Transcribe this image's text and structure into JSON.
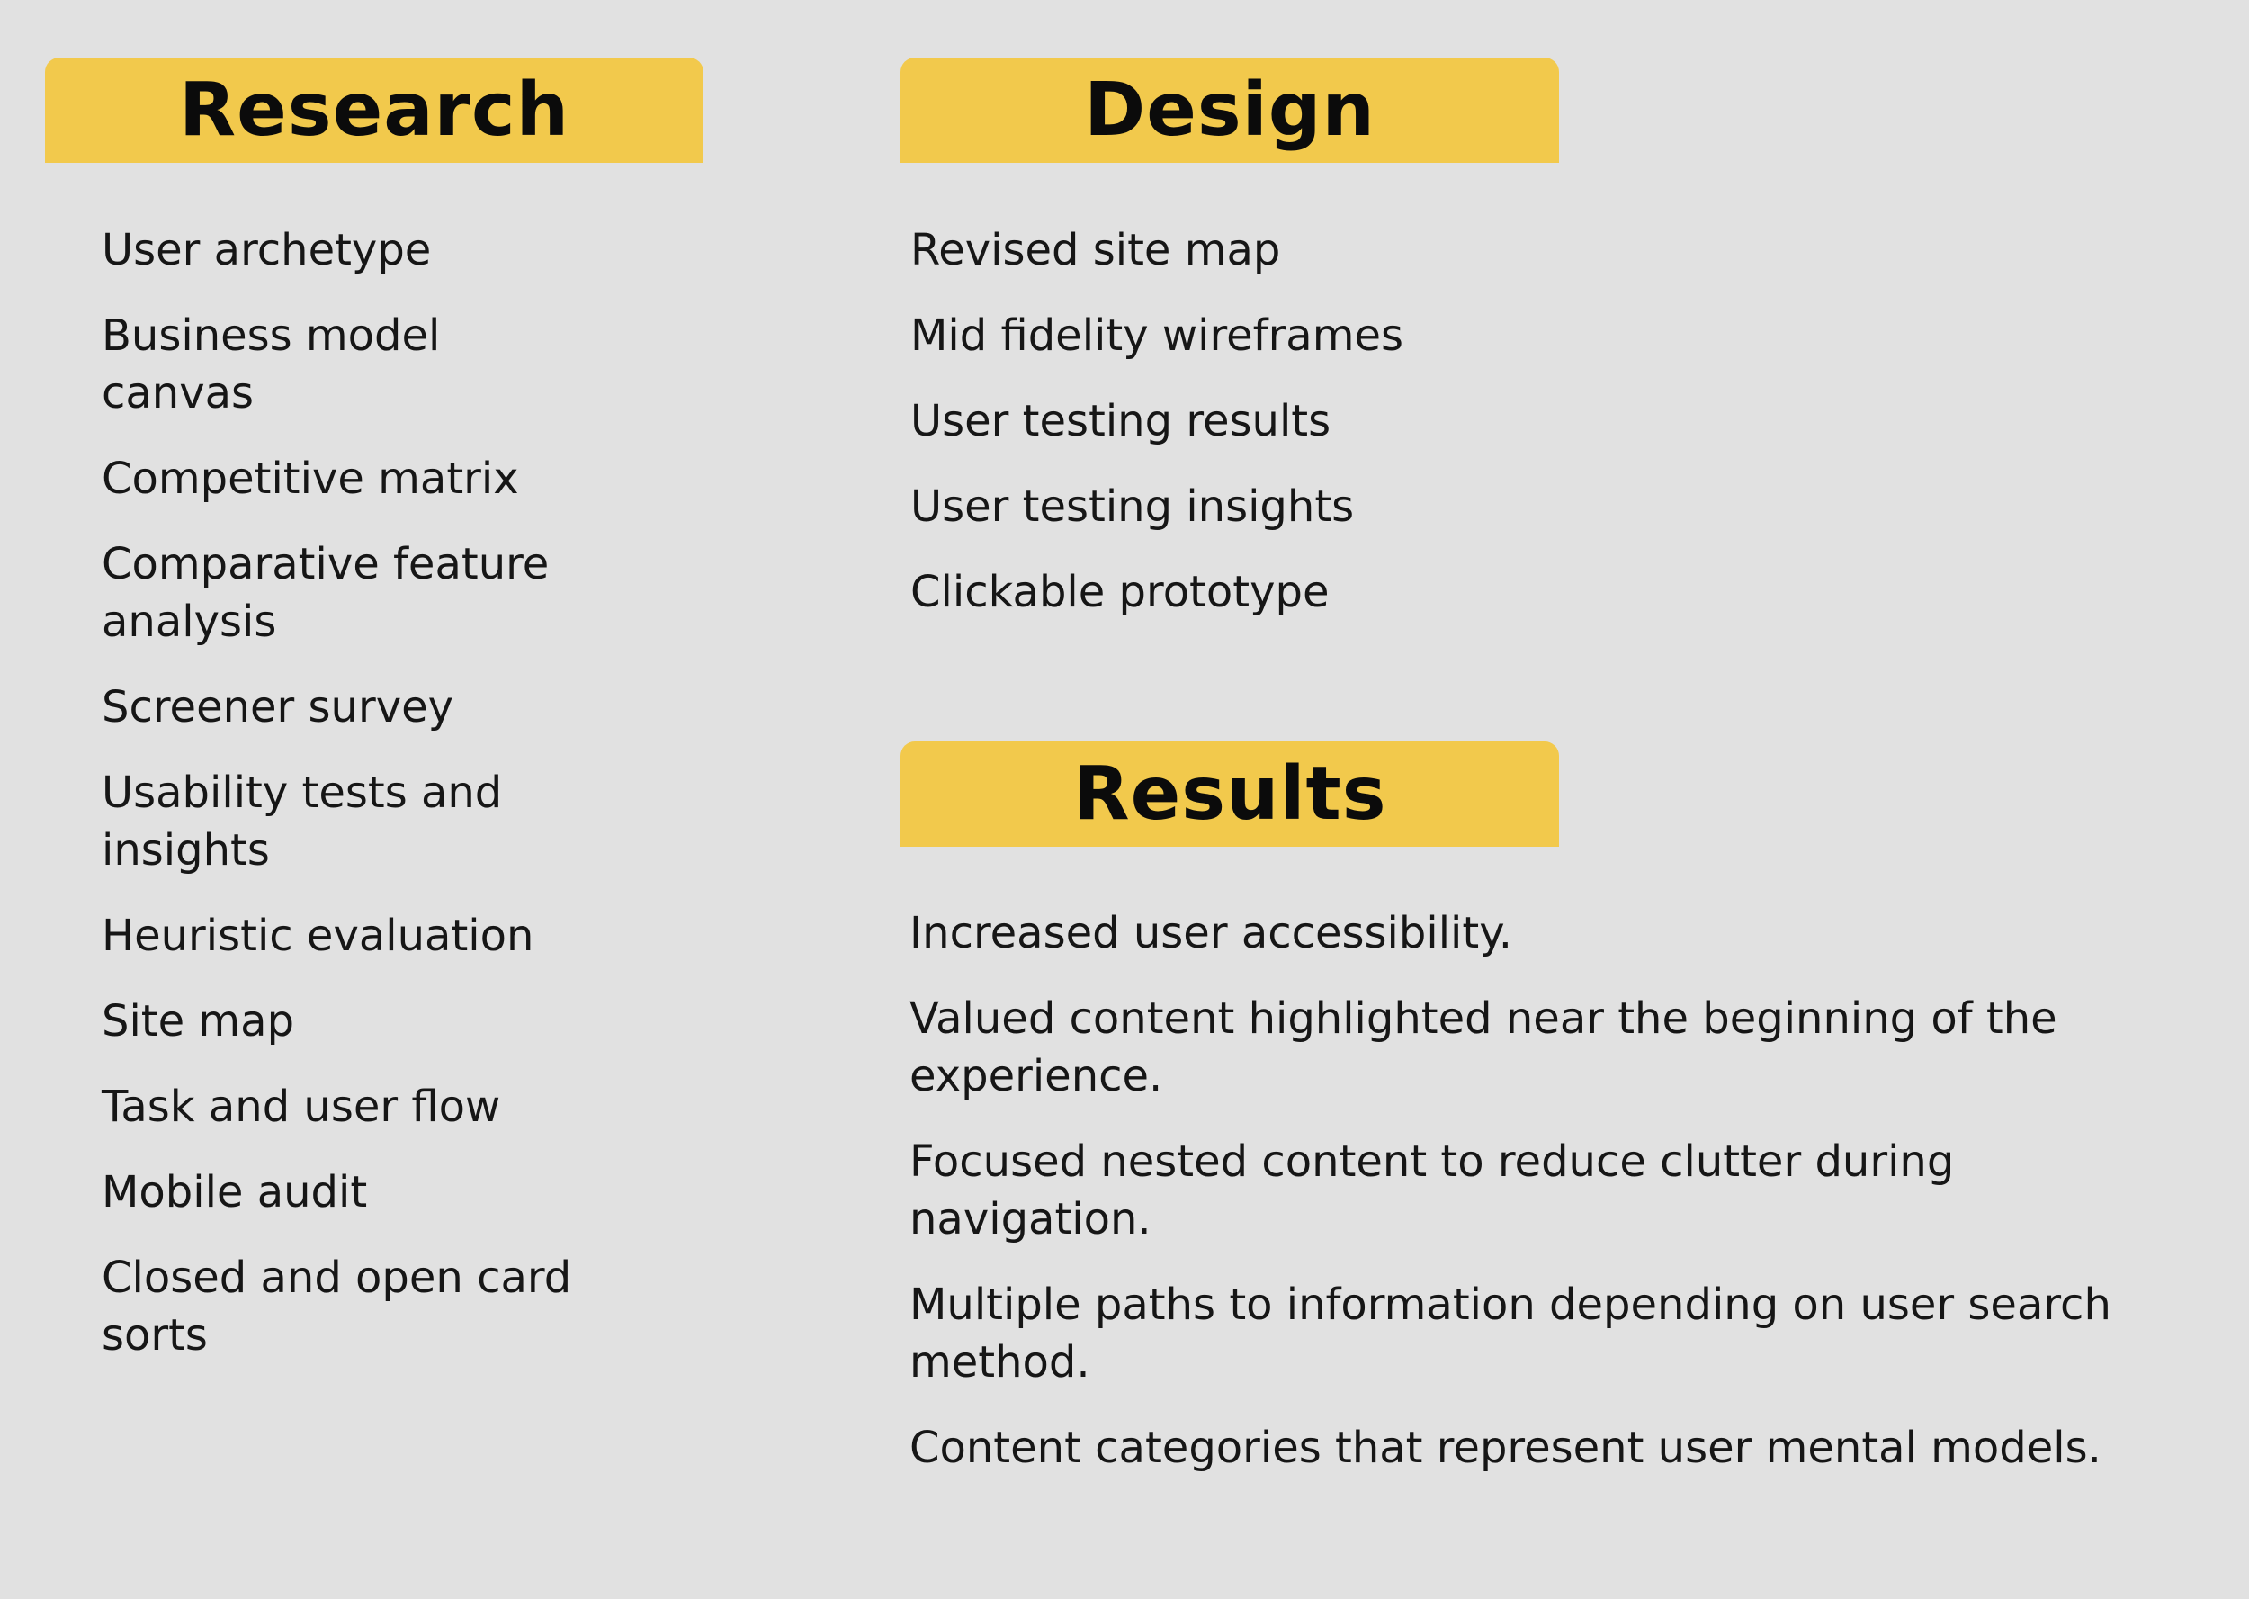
{
  "research": {
    "title": "Research",
    "items": [
      "User archetype",
      "Business model canvas",
      "Competitive matrix",
      "Comparative feature analysis",
      "Screener survey",
      "Usability tests and insights",
      "Heuristic evaluation",
      "Site map",
      "Task and user flow",
      "Mobile audit",
      "Closed and open card sorts"
    ]
  },
  "design": {
    "title": "Design",
    "items": [
      "Revised site map",
      "Mid fidelity wireframes",
      "User testing results",
      "User testing insights",
      "Clickable prototype"
    ]
  },
  "results": {
    "title": "Results",
    "items": [
      "Increased user accessibility.",
      "Valued content highlighted near the beginning of the experience.",
      "Focused nested content to reduce clutter during navigation.",
      "Multiple paths to information depending on user search method.",
      "Content categories that represent user mental models."
    ]
  },
  "colors": {
    "background": "#e1e1e1",
    "header_accent": "#f2c94c",
    "text": "#111111"
  }
}
